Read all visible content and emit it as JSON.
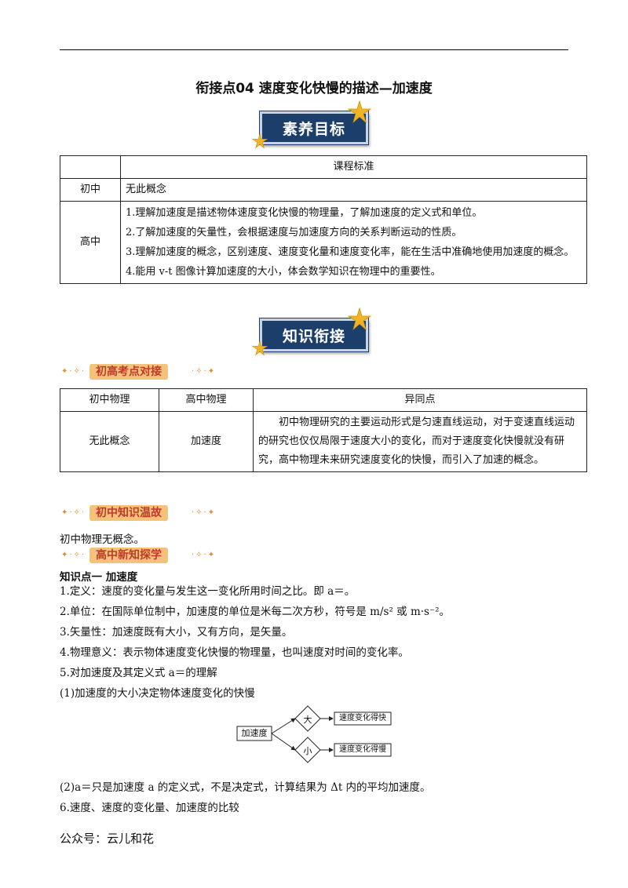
{
  "title": "衔接点04  速度变化快慢的描述—加速度",
  "banner1": "素养目标",
  "banner2": "知识衔接",
  "standards_table": {
    "header": "课程标准",
    "rows": [
      {
        "level": "初中",
        "lines": [
          "无此概念"
        ]
      },
      {
        "level": "高中",
        "lines": [
          "1.理解加速度是描述物体速度变化快慢的物理量，了解加速度的定义式和单位。",
          "2.了解加速度的矢量性，会根据速度与加速度方向的关系判断运动的性质。",
          "3.理解加速度的概念，区别速度、速度变化量和速度变化率，能在生活中准确地使用加速度的概念。",
          "4.能用 v-t 图像计算加速度的大小，体会数学知识在物理中的重要性。"
        ]
      }
    ]
  },
  "sub1": "初高考点对接",
  "compare_table": {
    "headers": [
      "初中物理",
      "高中物理",
      "异同点"
    ],
    "row": {
      "junior": "无此概念",
      "senior": "加速度",
      "diff": "初中物理研究的主要运动形式是匀速直线运动，对于变速直线运动的研究也仅仅局限于速度大小的变化，而对于速度变化快慢就没有研究，高中物理未来研究速度变化的快慢，而引入了加速的概念。"
    }
  },
  "sub2": "初中知识温故",
  "junior_review": "初中物理无概念。",
  "sub3": "高中新知探学",
  "kp_title": "知识点一  加速度",
  "items": [
    "1.定义：速度的变化量与发生这一变化所用时间之比。即 a＝。",
    "2.单位：在国际单位制中，加速度的单位是米每二次方秒，符号是 m/s² 或 m·s⁻²。",
    "3.矢量性：加速度既有大小，又有方向，是矢量。",
    "4.物理意义：表示物体速度变化快慢的物理量，也叫速度对时间的变化率。",
    "5.对加速度及其定义式 a＝的理解",
    "(1)加速度的大小决定物体速度变化的快慢"
  ],
  "diagram": {
    "root": "加速度",
    "big": "大",
    "small": "小",
    "fast": "速度变化得快",
    "slow": "速度变化得慢"
  },
  "items2": [
    "(2)a＝只是加速度 a 的定义式，不是决定式，计算结果为 Δt 内的平均加速度。",
    "6.速度、速度的变化量、加速度的比较"
  ],
  "footer": "公众号：云儿和花",
  "colors": {
    "banner": "#1c3e6b",
    "pill": "#f4c27a",
    "pill_text": "#c0392b",
    "star": "#f0b429"
  }
}
